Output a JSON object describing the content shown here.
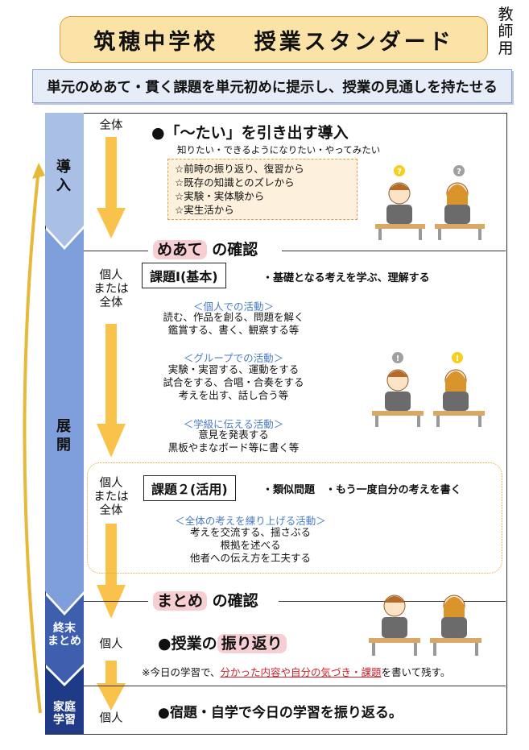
{
  "title": "筑穂中学校　 授業スタンダード",
  "teacher_use": "教師用",
  "banner": "単元のめあて・貫く課題を単元初めに提示し、授業の見通しを持たせる",
  "stages": {
    "intro": "導入",
    "development": "展開",
    "end": "終末\nまとめ",
    "home": "家庭\n学習"
  },
  "intro": {
    "col_label": "全体",
    "heading": "●「～たい」を引き出す導入",
    "sub": "知りたい・できるようになりたい・やってみたい",
    "hints": [
      "☆前時の振り返り、復習から",
      "☆既存の知識とのズレから",
      "☆実験・実体験から",
      "☆実生活から"
    ],
    "goal_hl": "めあて",
    "goal_rest": "の確認"
  },
  "dev1": {
    "col_label": "個人\nまたは\n全体",
    "task": "課題Ⅰ(基本)",
    "task_note": "・基礎となる考えを学ぶ、理解する",
    "groups": [
      {
        "head": "＜個人での活動＞",
        "lines": [
          "読む、作品を創る、問題を解く",
          "鑑賞する、書く、観察する等"
        ]
      },
      {
        "head": "＜グループでの活動＞",
        "lines": [
          "実験・実習する、運動をする",
          "試合をする、合唱・合奏をする",
          "考えを出す、話し合う等"
        ]
      },
      {
        "head": "＜学級に伝える活動＞",
        "lines": [
          "意見を発表する",
          "黒板やまなボード等に書く等"
        ]
      }
    ]
  },
  "dev2": {
    "col_label": "個人\nまたは\n全体",
    "task": "課題２(活用)",
    "task_note": "・類似問題　・もう一度自分の考えを書く",
    "head": "＜全体の考えを練り上げる活動＞",
    "lines": [
      "考えを交流する、揺さぶる",
      "根拠を述べる",
      "他者への伝え方を工夫する"
    ]
  },
  "summary": {
    "hl": "まとめ",
    "rest": "の確認",
    "col_label": "個人",
    "review_pre": "●授業の",
    "review_hl": "振り返り",
    "note_pre": "※今日の学習で、",
    "note_red": "分かった内容や自分の気づき・課題",
    "note_post": "を書いて残す。"
  },
  "home": {
    "col_label": "個人",
    "text": "●宿題・自学で今日の学習を振り返る。"
  },
  "icons": [
    "question-mark-icon",
    "exclamation-mark-icon",
    "down-arrow-icon",
    "cycle-arrow-icon"
  ],
  "colors": {
    "title_bg": "#fbe3a8",
    "arrow": "#f9c24a",
    "stage_intro": "#a9bfe6",
    "stage_dev": "#7f9fdc",
    "stage_end": "#3e5fae",
    "stage_home": "#1f3a86",
    "highlight": "#f7cfd3",
    "activity_head": "#4a7cc4",
    "note_red": "#d0202a"
  }
}
